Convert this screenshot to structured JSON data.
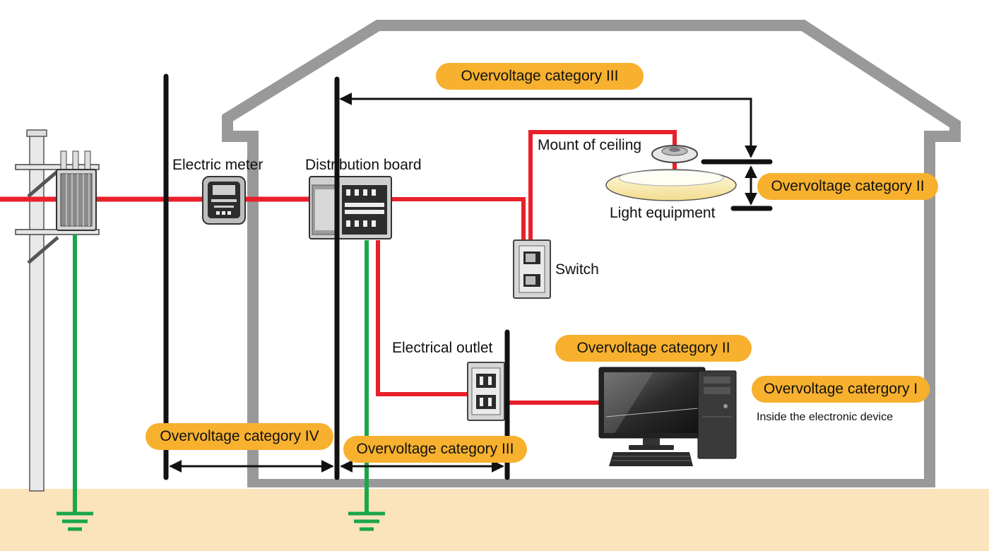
{
  "labels": {
    "electric_meter": "Electric meter",
    "distribution_board": "Distribution board",
    "mount_of_ceiling": "Mount of ceiling",
    "light_equipment": "Light equipment",
    "switch": "Switch",
    "electrical_outlet": "Electrical outlet",
    "inside_device": "Inside the electronic device"
  },
  "categories": {
    "cat_iii_top": "Overvoltage category III",
    "cat_ii_light": "Overvoltage category II",
    "cat_ii_computer": "Overvoltage category II",
    "cat_i": "Overvoltage catergory I",
    "cat_iv": "Overvoltage category IV",
    "cat_iii_bottom": "Overvoltage category III"
  },
  "colors": {
    "live_wire": "#e8202a",
    "ground_wire": "#1aa64a",
    "house_wall": "#999999",
    "ground": "#fbe3bb",
    "pill": "#f7b12e",
    "marker": "#111111"
  },
  "icons": [
    "utility-pole-icon",
    "transformer-icon",
    "meter-icon",
    "breaker-panel-icon",
    "light-switch-icon",
    "outlet-icon",
    "ceiling-light-icon",
    "computer-monitor-icon",
    "pc-tower-icon",
    "keyboard-icon",
    "ground-symbol-icon"
  ]
}
